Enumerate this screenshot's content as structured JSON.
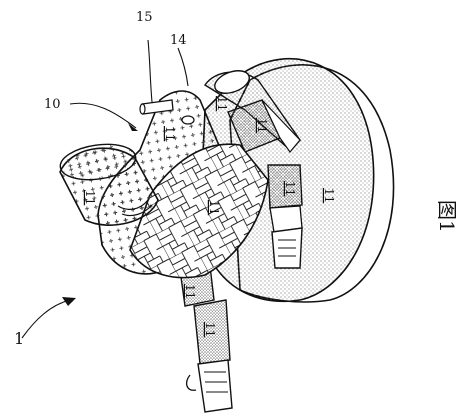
{
  "figure": {
    "caption": "图1",
    "reference_numerals": {
      "assembly": "1",
      "shell": "10",
      "part": "11",
      "port": "14",
      "tube": "15"
    }
  }
}
